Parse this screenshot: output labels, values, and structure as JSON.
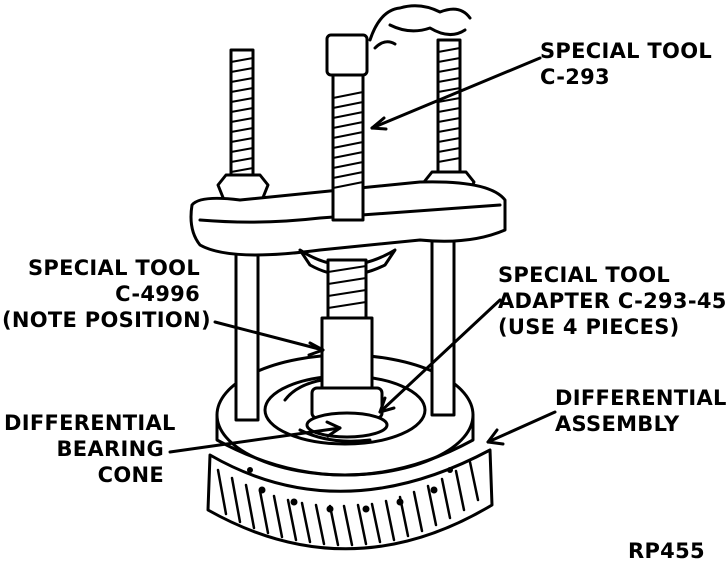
{
  "labels": {
    "special_tool_c293": [
      "SPECIAL TOOL",
      "C-293"
    ],
    "special_tool_c4996": [
      "SPECIAL TOOL",
      "C-4996",
      "(NOTE POSITION)"
    ],
    "special_tool_adapter": [
      "SPECIAL TOOL",
      "ADAPTER C-293-45",
      "(USE 4 PIECES)"
    ],
    "differential_bearing_cone": [
      "DIFFERENTIAL",
      "BEARING",
      "CONE"
    ],
    "differential_assembly": [
      "DIFFERENTIAL",
      "ASSEMBLY"
    ],
    "figure_code": "RP455"
  }
}
